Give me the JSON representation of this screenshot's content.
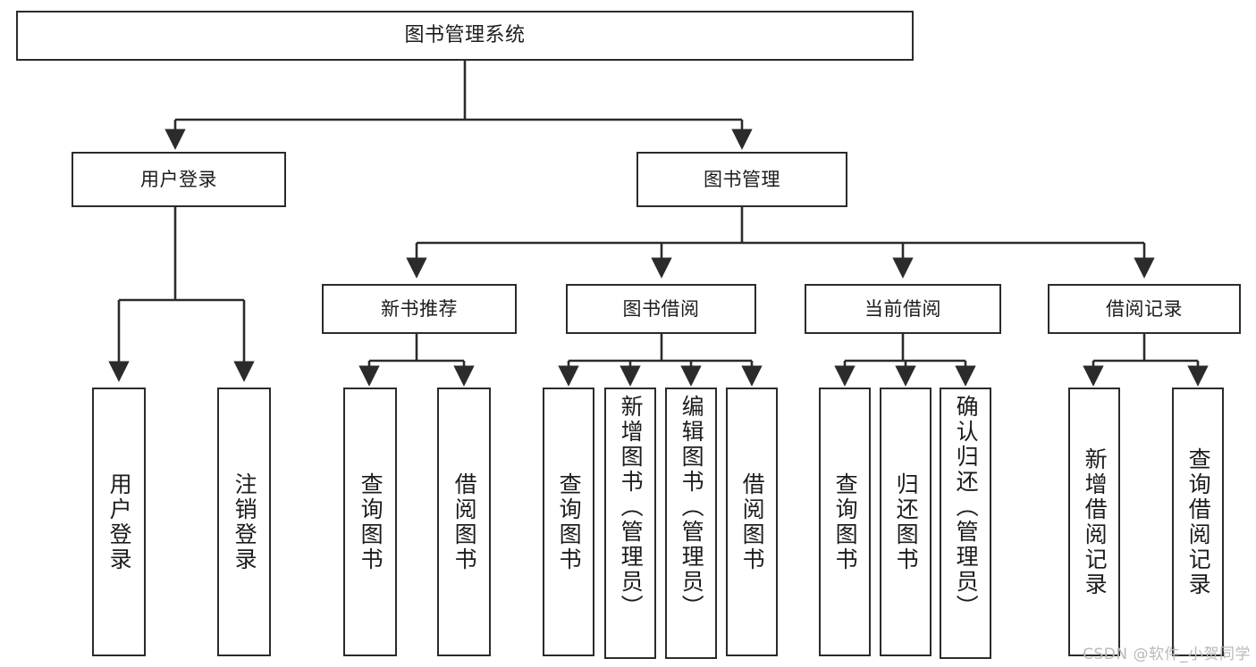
{
  "diagram": {
    "kind": "function-structure-tree",
    "root": {
      "label": "图书管理系统"
    },
    "level2": [
      {
        "label": "用户登录"
      },
      {
        "label": "图书管理"
      }
    ],
    "level3": [
      {
        "label": "新书推荐"
      },
      {
        "label": "图书借阅"
      },
      {
        "label": "当前借阅"
      },
      {
        "label": "借阅记录"
      }
    ],
    "leaves": {
      "user_login": [
        {
          "label": "用户登录"
        },
        {
          "label": "注销登录"
        }
      ],
      "new_book_recommend": [
        {
          "label": "查询图书"
        },
        {
          "label": "借阅图书"
        }
      ],
      "book_borrow": [
        {
          "label": "查询图书"
        },
        {
          "label": "新增图书（管理员）"
        },
        {
          "label": "编辑图书（管理员）"
        },
        {
          "label": "借阅图书"
        }
      ],
      "current_borrow": [
        {
          "label": "查询图书"
        },
        {
          "label": "归还图书"
        },
        {
          "label": "确认归还（管理员）"
        }
      ],
      "borrow_record": [
        {
          "label": "新增借阅记录"
        },
        {
          "label": "查询借阅记录"
        }
      ]
    }
  },
  "watermark": {
    "text": "CSDN @软件_小贺同学"
  },
  "colors": {
    "stroke": "#2b2b2b",
    "text": "#1c1c1c",
    "background": "#ffffff",
    "watermark": "#b9b9b9"
  }
}
